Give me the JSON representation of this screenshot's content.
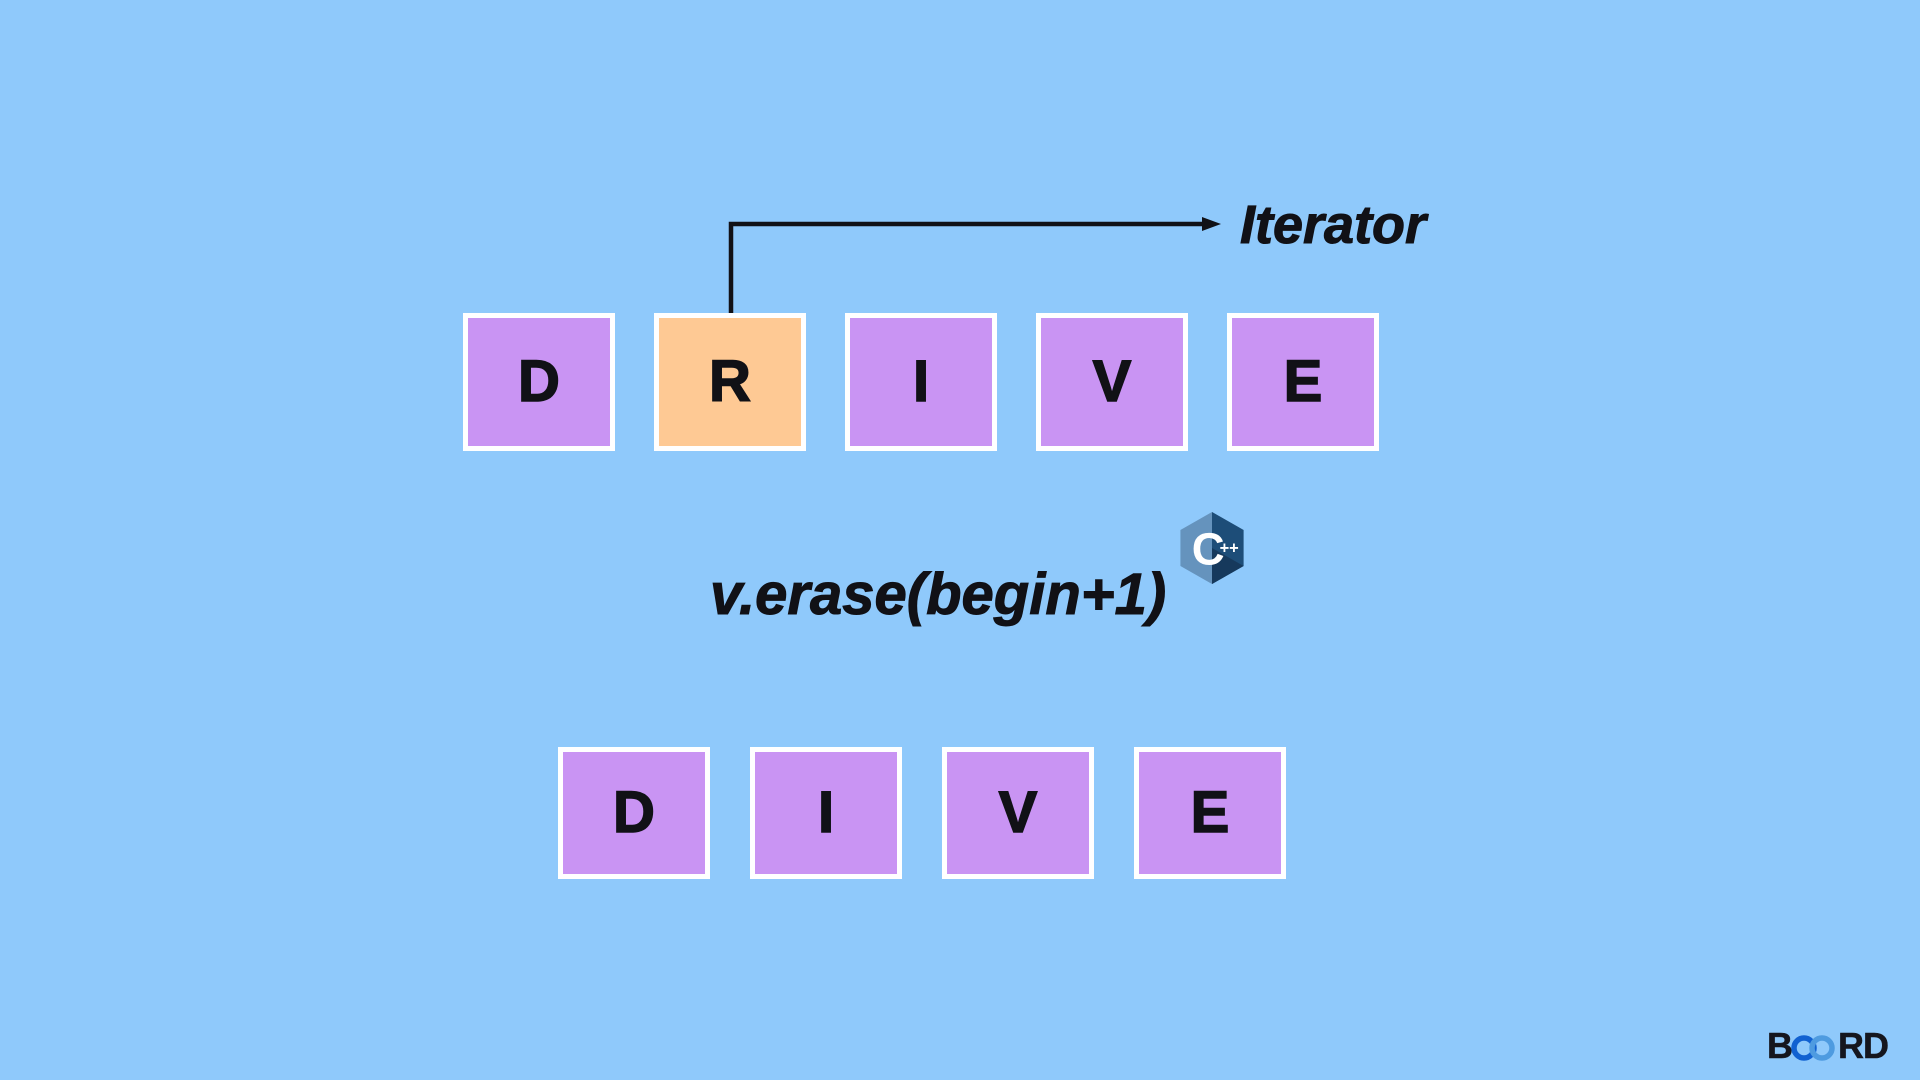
{
  "annotation": {
    "label": "Iterator"
  },
  "vector_before": {
    "word": "DRIVE",
    "cells": [
      {
        "letter": "D",
        "highlight": false
      },
      {
        "letter": "R",
        "highlight": true
      },
      {
        "letter": "I",
        "highlight": false
      },
      {
        "letter": "V",
        "highlight": false
      },
      {
        "letter": "E",
        "highlight": false
      }
    ]
  },
  "code": {
    "text": "v.erase(begin+1)"
  },
  "cpp_logo": {
    "letter": "C",
    "plusplus": "++"
  },
  "vector_after": {
    "word": "DIVE",
    "cells": [
      {
        "letter": "D"
      },
      {
        "letter": "I"
      },
      {
        "letter": "V"
      },
      {
        "letter": "E"
      }
    ]
  },
  "brand": {
    "prefix": "B",
    "suffix": "RD",
    "name": "BOARD"
  },
  "colors": {
    "background": "#8fc9fb",
    "cell_purple": "#c994f3",
    "cell_highlight_orange": "#fec994",
    "cell_border": "#ffffff",
    "text_black": "#111116",
    "cpp_hex_light": "#6593bd",
    "cpp_hex_dark": "#1d4d78",
    "cpp_hex_darker": "#16395c",
    "brand_dark": "#15161e",
    "brand_blue_left": "#1161d1",
    "brand_blue_right": "#4e9be0"
  }
}
